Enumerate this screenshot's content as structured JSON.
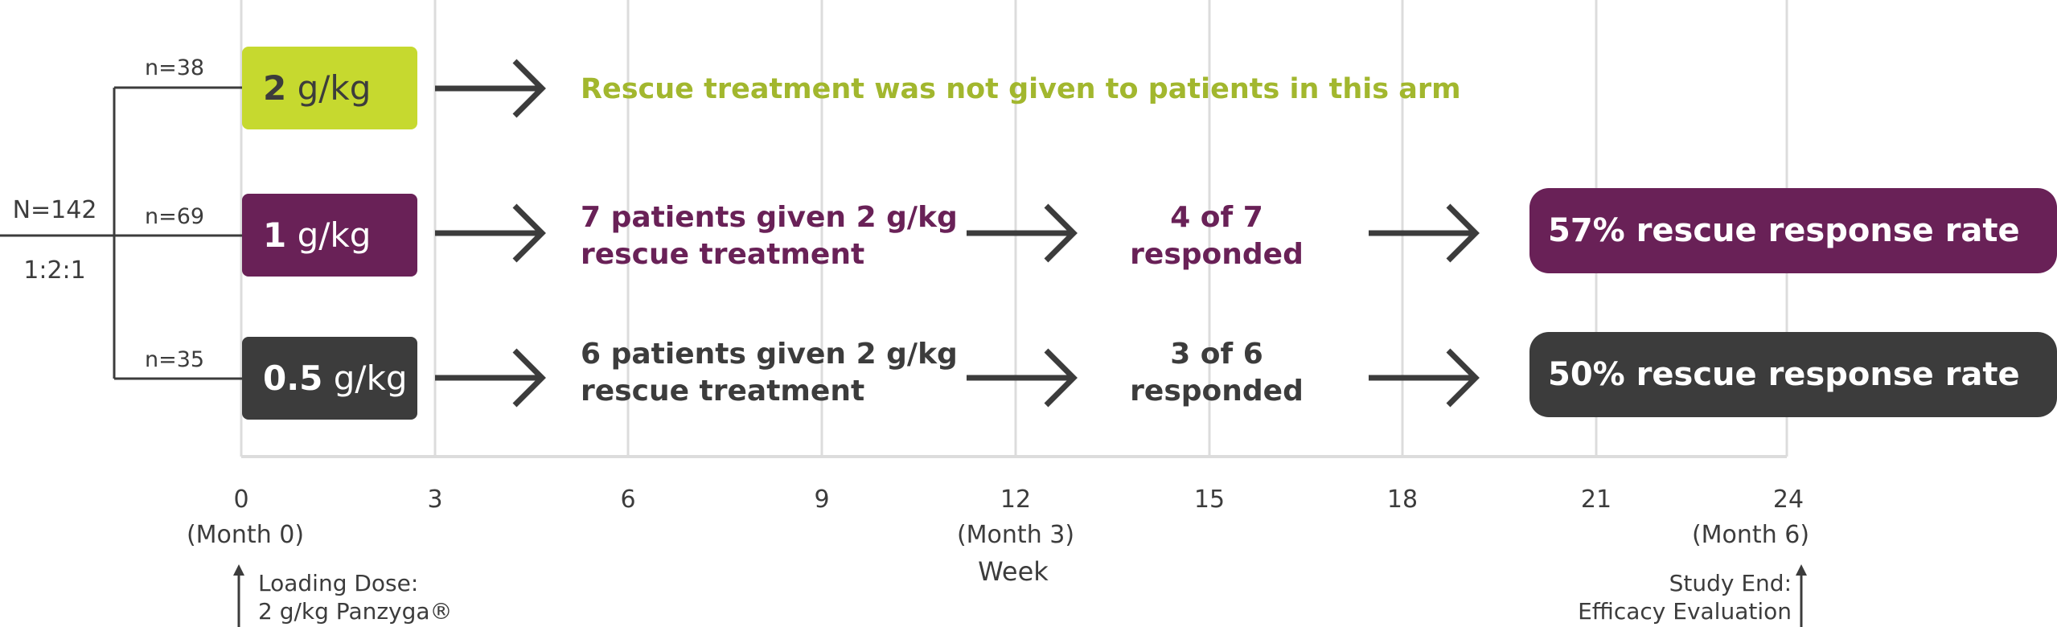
{
  "colors": {
    "lime": "#c6d92f",
    "purple": "#692157",
    "dark": "#3c3c3c",
    "grid": "#dcdcdc",
    "lime_text": "#a2b72e"
  },
  "total": {
    "n": "N=142",
    "ratio": "1:2:1"
  },
  "arms": [
    {
      "n": "n=38",
      "dose_value": "2",
      "dose_unit": " g/kg"
    },
    {
      "n": "n=69",
      "dose_value": "1",
      "dose_unit": " g/kg"
    },
    {
      "n": "n=35",
      "dose_value": "0.5",
      "dose_unit": " g/kg"
    }
  ],
  "arm1_note": "Rescue treatment was not given to patients in this arm",
  "arm2": {
    "rescue_line1": "7 patients given 2 g/kg",
    "rescue_line2": "rescue treatment",
    "responded_line1": "4 of 7",
    "responded_line2": "responded",
    "result": "57% rescue response rate"
  },
  "arm3": {
    "rescue_line1": "6 patients given 2 g/kg",
    "rescue_line2": "rescue treatment",
    "responded_line1": "3 of 6",
    "responded_line2": "responded",
    "result": "50% rescue response rate"
  },
  "axis": {
    "ticks": [
      "0",
      "3",
      "6",
      "9",
      "12",
      "15",
      "18",
      "21",
      "24"
    ],
    "month0": "(Month 0)",
    "month3": "(Month 3)",
    "month6": "(Month 6)",
    "label": "Week"
  },
  "annotations": {
    "loading_line1": "Loading Dose:",
    "loading_line2": "2 g/kg Panzyga®",
    "study_end_line1": "Study End:",
    "study_end_line2": "Efficacy Evaluation"
  }
}
